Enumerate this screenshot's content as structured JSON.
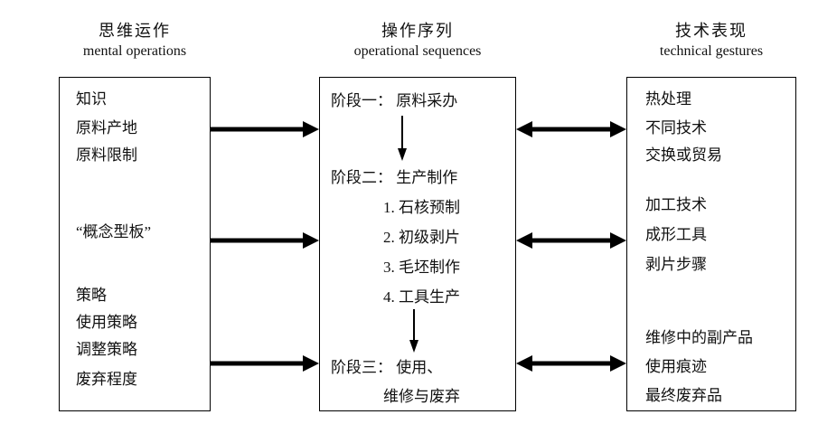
{
  "diagram": {
    "columns": {
      "left": {
        "title_zh": "思维运作",
        "title_en": "mental operations",
        "items": [
          "知识",
          "原料产地",
          "原料限制",
          "“概念型板”",
          "策略",
          "使用策略",
          "调整策略",
          "废弃程度"
        ]
      },
      "middle": {
        "title_zh": "操作序列",
        "title_en": "operational sequences",
        "stage1": "阶段一： 原料采办",
        "stage2": "阶段二： 生产制作",
        "steps": [
          "1. 石核预制",
          "2. 初级剥片",
          "3. 毛坯制作",
          "4. 工具生产"
        ],
        "stage3_line1": "阶段三： 使用、",
        "stage3_line2": "维修与废弃"
      },
      "right": {
        "title_zh": "技术表现",
        "title_en": "technical gestures",
        "items_top": [
          "热处理",
          "不同技术",
          "交换或贸易"
        ],
        "items_middle": [
          "加工技术",
          "成形工具",
          "剥片步骤"
        ],
        "items_bottom": [
          "维修中的副产品",
          "使用痕迹",
          "最终废弃品"
        ]
      }
    },
    "colors": {
      "line": "#000000",
      "background": "#ffffff"
    }
  }
}
